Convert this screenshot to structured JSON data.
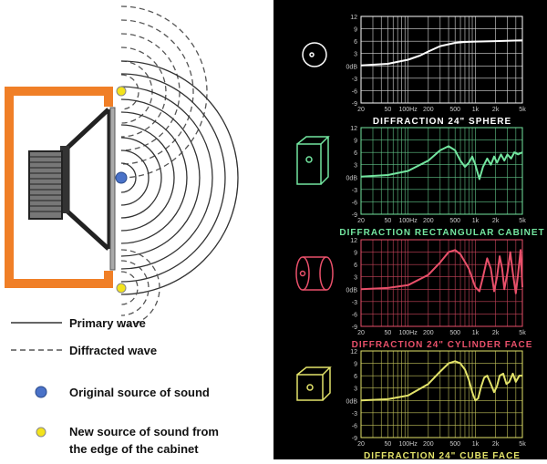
{
  "legend": {
    "primary": "Primary wave",
    "diffracted": "Diffracted wave",
    "original_source": "Original source of sound",
    "new_source_line1": "New source of sound from",
    "new_source_line2": "the edge of the cabinet"
  },
  "colors": {
    "cabinet": "#f07f27",
    "original_source": "#4a72c8",
    "new_source": "#f3e31c",
    "panel_background": "#000000",
    "sphere": "#ffffff",
    "rectangular": "#73e6a0",
    "cylinder": "#e9506a",
    "cube": "#e3e36a"
  },
  "y_ticks": [
    "12",
    "9",
    "6",
    "3",
    "0dB",
    "-3",
    "-6",
    "-9"
  ],
  "x_ticks": [
    "20",
    "50",
    "100Hz",
    "200",
    "500",
    "1k",
    "2k",
    "5k"
  ],
  "chart_data": [
    {
      "type": "line",
      "title": "Diffraction 24\" Sphere",
      "xlabel": "",
      "ylabel": "",
      "x_scale": "log",
      "xlim": [
        20,
        5000
      ],
      "ylim": [
        -9,
        12
      ],
      "grid": true,
      "x": [
        20,
        50,
        100,
        150,
        200,
        300,
        500,
        700,
        1000,
        2000,
        5000
      ],
      "y": [
        0.1,
        0.5,
        1.5,
        2.5,
        3.5,
        4.8,
        5.6,
        5.8,
        5.9,
        6.0,
        6.2
      ]
    },
    {
      "type": "line",
      "title": "Diffraction Rectangular Cabinet",
      "xlabel": "",
      "ylabel": "",
      "x_scale": "log",
      "xlim": [
        20,
        5000
      ],
      "ylim": [
        -9,
        12
      ],
      "grid": true,
      "x": [
        20,
        50,
        100,
        200,
        300,
        400,
        500,
        600,
        700,
        800,
        900,
        1000,
        1150,
        1300,
        1500,
        1700,
        1900,
        2100,
        2400,
        2700,
        3000,
        3400,
        3800,
        4300,
        5000
      ],
      "y": [
        0.1,
        0.5,
        1.5,
        4.0,
        6.5,
        7.5,
        6.5,
        4.0,
        2.5,
        3.5,
        5.0,
        3.0,
        -0.5,
        2.5,
        4.5,
        3.0,
        5.0,
        3.5,
        5.5,
        4.0,
        5.5,
        4.5,
        6.0,
        5.5,
        6.0
      ]
    },
    {
      "type": "line",
      "title": "Diffraction 24\" Cylinder Face",
      "xlabel": "",
      "ylabel": "",
      "x_scale": "log",
      "xlim": [
        20,
        5000
      ],
      "ylim": [
        -9,
        12
      ],
      "grid": true,
      "x": [
        20,
        50,
        100,
        200,
        300,
        400,
        500,
        600,
        800,
        1000,
        1150,
        1300,
        1500,
        1700,
        1900,
        2100,
        2300,
        2500,
        2700,
        3000,
        3300,
        3600,
        4000,
        4300,
        4700,
        5000
      ],
      "y": [
        0.0,
        0.3,
        1.0,
        3.5,
        6.5,
        9.0,
        9.5,
        8.5,
        5.0,
        0.5,
        -0.5,
        3.0,
        7.5,
        5.0,
        -0.5,
        3.0,
        8.0,
        5.0,
        0.0,
        4.0,
        9.0,
        4.0,
        -1.0,
        3.5,
        9.5,
        0.5
      ]
    },
    {
      "type": "line",
      "title": "Diffraction 24\" Cube Face",
      "xlabel": "",
      "ylabel": "",
      "x_scale": "log",
      "xlim": [
        20,
        5000
      ],
      "ylim": [
        -9,
        12
      ],
      "grid": true,
      "x": [
        20,
        50,
        100,
        200,
        300,
        400,
        500,
        600,
        700,
        800,
        900,
        1000,
        1100,
        1200,
        1350,
        1500,
        1700,
        1900,
        2100,
        2300,
        2600,
        2900,
        3200,
        3600,
        4000,
        4500,
        5000
      ],
      "y": [
        0.0,
        0.3,
        1.2,
        4.0,
        7.0,
        9.0,
        9.5,
        9.0,
        7.5,
        5.0,
        2.0,
        0.0,
        0.5,
        3.0,
        5.5,
        6.0,
        4.0,
        2.0,
        3.5,
        6.0,
        6.5,
        4.0,
        4.5,
        6.5,
        4.5,
        6.0,
        6.0
      ]
    }
  ]
}
